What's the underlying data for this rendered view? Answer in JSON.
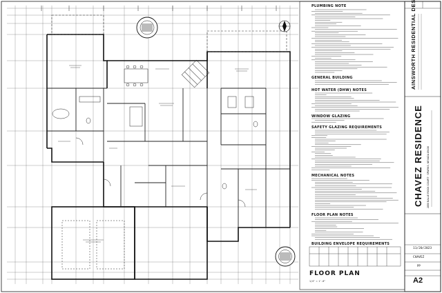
{
  "sheet": {
    "title": "FLOOR PLAN",
    "sheet_number": "A2",
    "project": "CHAVEZ RESIDENCE",
    "address_line": "2850 BALLE ROCK COURT · SPARKS, NEVADA 89436",
    "designer": "AINSWORTH RESIDENTIAL DESIGN",
    "date": "11/20/2023",
    "client_short": "CHAVEZ",
    "drawn_by": "PP",
    "scale_label": "1/4\" = 1'-0\""
  },
  "notes": {
    "plumbing": "PLUMBING NOTE",
    "general_building": "GENERAL BUILDING",
    "hot_water": "HOT WATER (DHW) NOTES",
    "window_glazing": "WINDOW GLAZING",
    "safety_glazing": "SAFETY GLAZING REQUIREMENTS",
    "mechanical": "MECHANICAL NOTES",
    "floor_plan": "FLOOR PLAN NOTES",
    "building_envelope": "BUILDING ENVELOPE REQUIREMENTS"
  },
  "stamps": {
    "north_arrow": "N"
  },
  "colors": {
    "line": "#1a1a1a",
    "grid": "#3a3a3a",
    "paper": "#ffffff"
  }
}
